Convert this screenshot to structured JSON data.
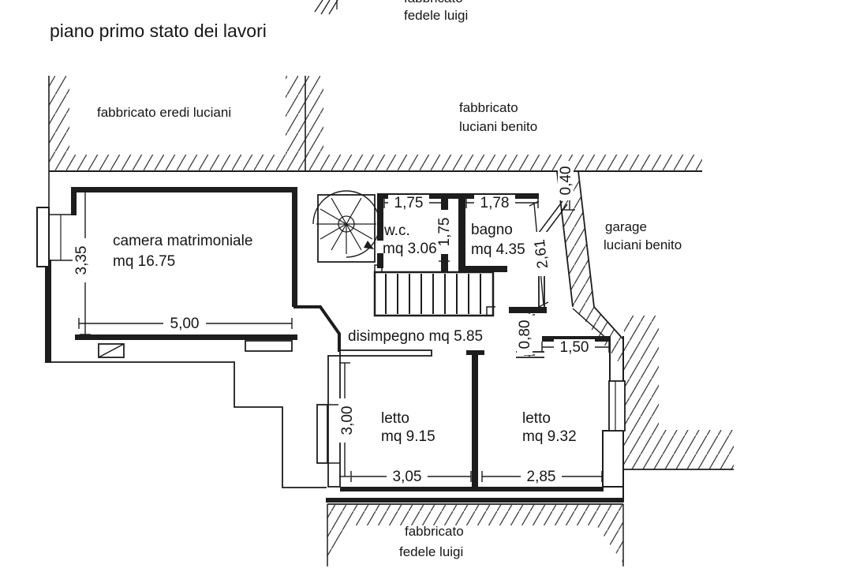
{
  "colors": {
    "line": "#1d1d1d",
    "text": "#161616",
    "background": "#ffffff",
    "hatch": "#3a3a3a"
  },
  "title": "piano primo stato dei lavori",
  "neighbors": {
    "top_clipped": "fabbricato",
    "top": "fedele luigi",
    "top_left": "fabbricato eredi luciani",
    "top_right_1": "fabbricato",
    "top_right_2": "luciani benito",
    "garage_1": "garage",
    "garage_2": "luciani benito",
    "bottom_1": "fabbricato",
    "bottom_2": "fedele luigi"
  },
  "rooms": {
    "camera": {
      "name": "camera matrimoniale",
      "area": "mq 16.75"
    },
    "wc": {
      "name": "w.c.",
      "area": "mq 3.06"
    },
    "bagno": {
      "name": "bagno",
      "area": "mq 4.35"
    },
    "disimpegno": {
      "label": "disimpegno mq 5.85"
    },
    "letto_sx": {
      "name": "letto",
      "area": "mq 9.15"
    },
    "letto_dx": {
      "name": "letto",
      "area": "mq 9.32"
    }
  },
  "dims": {
    "camera_width": "5,00",
    "camera_height": "3,35",
    "wc_width": "1,75",
    "wc_height": "1,75",
    "bagno_width": "1,78",
    "bagno_wall": "2,61",
    "garage_wall": "0,40",
    "door": "0,80",
    "letto_dx_top": "1,50",
    "letto_sx_height": "3,00",
    "letto_sx_width": "3,05",
    "letto_dx_width": "2,85"
  }
}
